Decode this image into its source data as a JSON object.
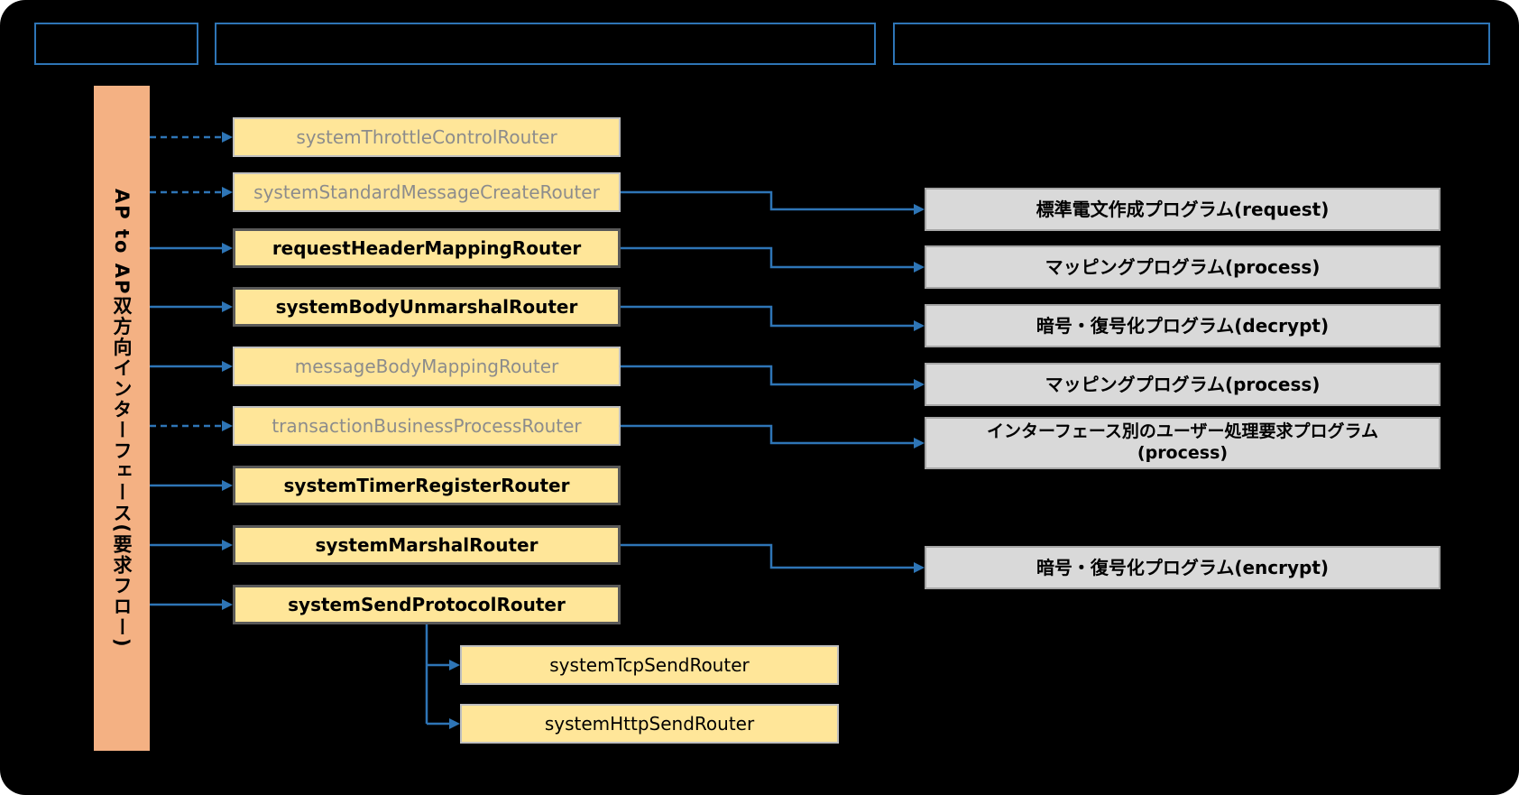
{
  "headers": [
    {
      "label": ""
    },
    {
      "label": ""
    },
    {
      "label": ""
    }
  ],
  "sidebar": {
    "label": "AP to AP双方向インターフェース(要求フロー)"
  },
  "routers": [
    {
      "label": "systemThrottleControlRouter",
      "emphasis": "dim",
      "inbound_arrow": "dashed",
      "target_program": null
    },
    {
      "label": "systemStandardMessageCreateRouter",
      "emphasis": "dim",
      "inbound_arrow": "dashed",
      "target_program": "標準電文作成プログラム(request)"
    },
    {
      "label": "requestHeaderMappingRouter",
      "emphasis": "bold",
      "inbound_arrow": "solid",
      "target_program": "マッピングプログラム(process)"
    },
    {
      "label": "systemBodyUnmarshalRouter",
      "emphasis": "bold",
      "inbound_arrow": "solid",
      "target_program": "暗号・復号化プログラム(decrypt)"
    },
    {
      "label": "messageBodyMappingRouter",
      "emphasis": "dim",
      "inbound_arrow": "solid",
      "target_program": "マッピングプログラム(process)"
    },
    {
      "label": "transactionBusinessProcessRouter",
      "emphasis": "dim",
      "inbound_arrow": "dashed",
      "target_program": "インターフェース別のユーザー処理要求プログラム(process)"
    },
    {
      "label": "systemTimerRegisterRouter",
      "emphasis": "bold",
      "inbound_arrow": "solid",
      "target_program": null
    },
    {
      "label": "systemMarshalRouter",
      "emphasis": "bold",
      "inbound_arrow": "solid",
      "target_program": "暗号・復号化プログラム(encrypt)"
    },
    {
      "label": "systemSendProtocolRouter",
      "emphasis": "bold",
      "inbound_arrow": "solid",
      "target_program": null
    }
  ],
  "sub_routers": [
    {
      "label": "systemTcpSendRouter"
    },
    {
      "label": "systemHttpSendRouter"
    }
  ],
  "programs": [
    {
      "label": "標準電文作成プログラム(request)"
    },
    {
      "label": "マッピングプログラム(process)"
    },
    {
      "label": "暗号・復号化プログラム(decrypt)"
    },
    {
      "label": "マッピングプログラム(process)"
    },
    {
      "label": "インターフェース別のユーザー処理要求プログラム",
      "label_line2": "(process)"
    },
    {
      "label": "暗号・復号化プログラム(encrypt)"
    }
  ],
  "colors": {
    "background": "#000000",
    "header_border": "#2E75B6",
    "sidebar_fill": "#F4B183",
    "router_fill": "#FFE699",
    "router_border_dim": "#BFBFBF",
    "router_border_bold": "#595959",
    "router_text_dim": "#8C8C8C",
    "router_text_bold": "#000000",
    "program_fill": "#D9D9D9",
    "program_border": "#A6A6A6",
    "arrow": "#2E75B6"
  }
}
